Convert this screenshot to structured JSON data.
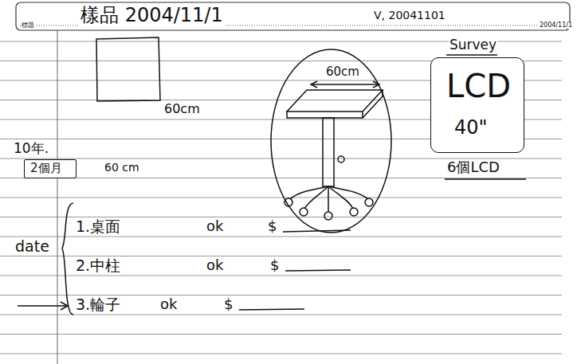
{
  "diagram": {
    "title": "樣品 2004/11/1",
    "nodes": [
      {
        "text": [
          "2個月"
        ]
      },
      {
        "text": [
          "60cm"
        ]
      },
      {
        "text": [
          "Survey",
          "LCD",
          "40\""
        ]
      }
    ],
    "labels": [
      "V, 20041101",
      "標題",
      "2004/11/1",
      "60cm",
      "60 cm",
      "10年.",
      "6個LCD",
      "date",
      "1.桌面",
      "ok",
      "$",
      "2.中柱",
      "ok",
      "$",
      "3.輪子",
      "ok",
      "$"
    ]
  }
}
